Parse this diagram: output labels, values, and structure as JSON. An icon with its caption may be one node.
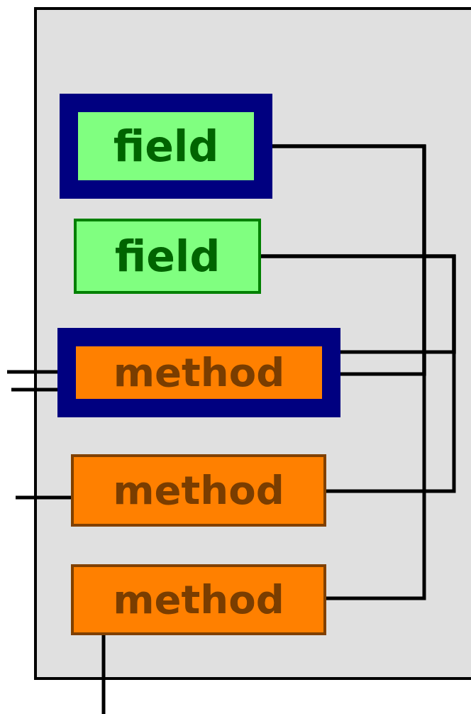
{
  "diagram": {
    "nodes": [
      {
        "text": [],
        "shape": "box"
      },
      {
        "text": [
          "field"
        ],
        "in": 0
      },
      {
        "text": [
          "field"
        ],
        "in": 0
      },
      {
        "text": [
          "method"
        ],
        "in": 0
      },
      {
        "text": [
          "method"
        ],
        "in": 0
      },
      {
        "text": [
          "method"
        ],
        "in": 0
      }
    ],
    "edges": [
      {
        "from": 3,
        "to": 1,
        "arrow": "none"
      },
      {
        "from": 5,
        "to": 1,
        "arrow": "none"
      },
      {
        "from": 3,
        "to": 2,
        "arrow": "none"
      },
      {
        "from": 4,
        "to": 2,
        "arrow": "none"
      },
      {
        "from": null,
        "to": 3,
        "arrow": "none"
      },
      {
        "from": null,
        "to": 3,
        "arrow": "none"
      },
      {
        "from": null,
        "to": 4,
        "arrow": "none"
      },
      {
        "from": 5,
        "to": null,
        "arrow": "none"
      }
    ]
  }
}
